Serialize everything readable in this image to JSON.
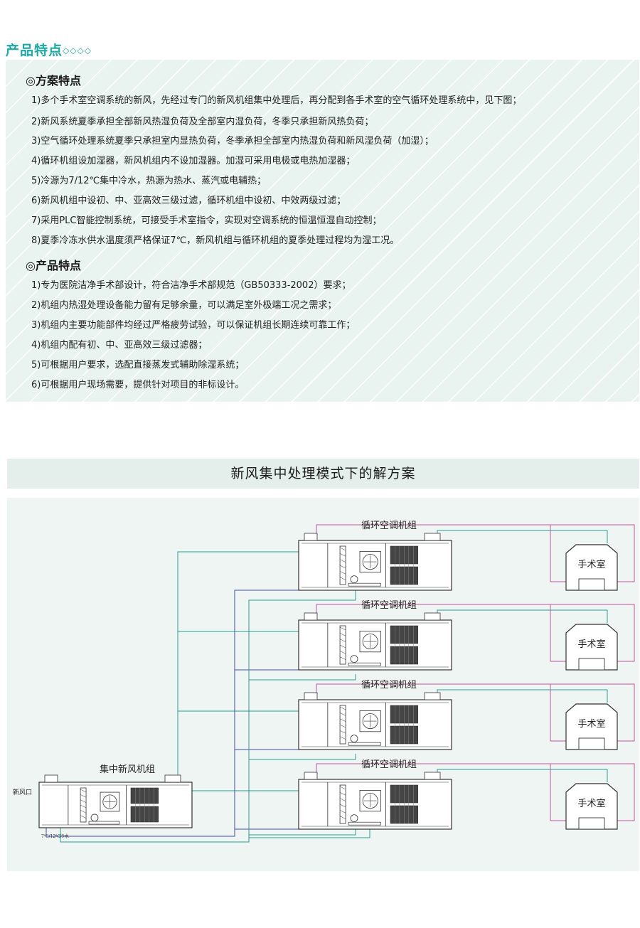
{
  "header": {
    "title": "产品特点",
    "decoration": "◇◇◇◇"
  },
  "scheme": {
    "heading": "◎方案特点",
    "items": [
      "1)多个手术室空调系统的新风，先经过专门的新风机组集中处理后，再分配到各手术室的空气循环处理系统中，见下图；",
      "2)新风系统夏季承担全部新风热湿负荷及全部室内湿负荷，冬季只承担新风热负荷；",
      "3)空气循环处理系统夏季只承担室内显热负荷，冬季承担全部室内热湿负荷和新风湿负荷（加湿）；",
      "4)循环机组设加湿器，新风机组内不设加湿器。加湿可采用电极或电热加湿器；",
      "5)冷源为7/12℃集中冷水，热源为热水、蒸汽或电辅热；",
      "6)新风机组中设初、中、亚高效三级过滤，循环机组中设初、中效两级过滤；",
      "7)采用PLC智能控制系统，可接受手术室指令，实现对空调系统的恒温恒湿自动控制；",
      "8)夏季冷冻水供水温度须严格保证7℃，新风机组与循环机组的夏季处理过程均为湿工况。"
    ]
  },
  "product": {
    "heading": "◎产品特点",
    "items": [
      "1)专为医院洁净手术部设计，符合洁净手术部规范（GB50333-2002）要求；",
      "2)机组内热湿处理设备能力留有足够余量，可以满足室外极端工况之需求；",
      "3)机组内主要功能部件均经过严格疲劳试验，可以保证机组长期连续可靠工作；",
      "4)机组内配有初、中、亚高效三级过滤器；",
      "5)可根据用户要求，选配直接蒸发式辅助除湿系统；",
      "6)可根据用户现场需要，提供针对项目的非标设计。"
    ]
  },
  "diagram": {
    "title": "新风集中处理模式下的解方案",
    "fresh_unit_label": "集中新风机组",
    "fresh_air_inlet_label": "新风口",
    "chilled_water_label": "7℃/12℃冷水",
    "circulation_units": [
      {
        "label": "循环空调机组"
      },
      {
        "label": "循环空调机组"
      },
      {
        "label": "循环空调机组"
      },
      {
        "label": "循环空调机组"
      }
    ],
    "operating_rooms": [
      {
        "label": "手术室"
      },
      {
        "label": "手术室"
      },
      {
        "label": "手术室"
      },
      {
        "label": "手术室"
      }
    ],
    "colors": {
      "pipe_magenta": "#c2559a",
      "pipe_teal": "#2a9d8f",
      "pipe_blue": "#3b4fa8",
      "outline": "#333333",
      "title_teal": "#1aa9a6"
    }
  }
}
